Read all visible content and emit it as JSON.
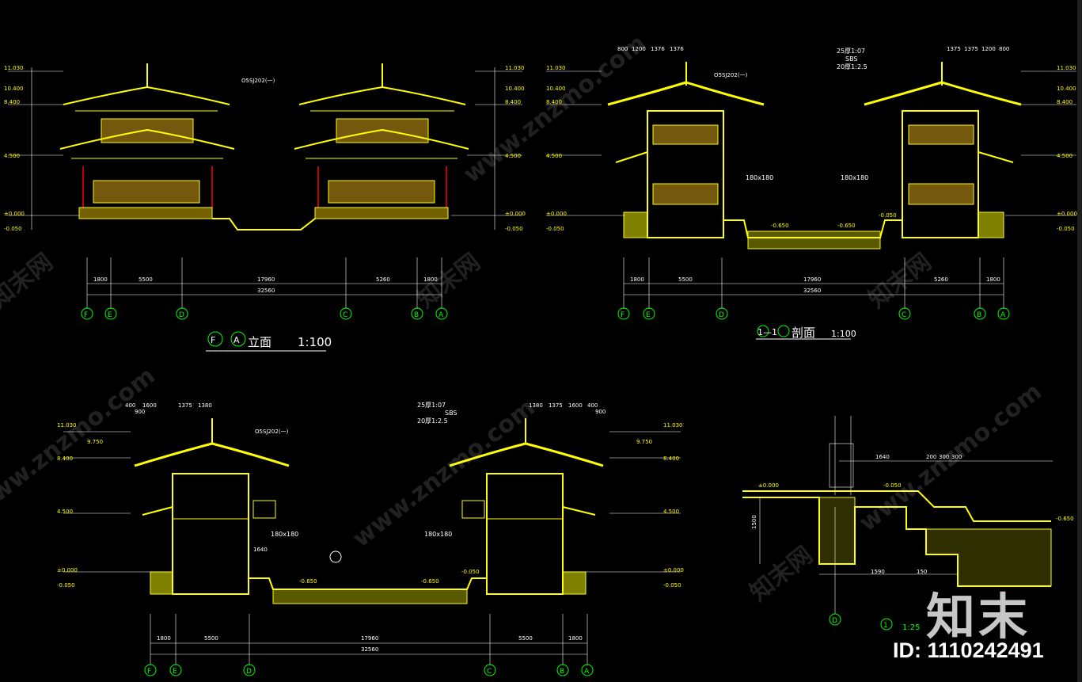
{
  "colors": {
    "background": "#000000",
    "structure": "#ffff00",
    "timber": "#d4a017",
    "dims": "#ffffff",
    "red_column": "#c00000",
    "brick": "#ffd700"
  },
  "views": {
    "elevation": {
      "title_axes": [
        "F",
        "A"
      ],
      "title_word": "立面",
      "scale": "1:100",
      "axes": [
        "F",
        "E",
        "D",
        "C",
        "B",
        "A"
      ],
      "spans": [
        "1800",
        "5500",
        "17960",
        "5260",
        "1800"
      ],
      "total": "32560",
      "levels_left": [
        "11.030",
        "10.400",
        "8.400",
        "4.500",
        "±0.000",
        "-0.050"
      ],
      "levels_right": [
        "11.030",
        "10.400",
        "8.400",
        "4.500",
        "±0.000",
        "-0.050"
      ],
      "note_ref": "O5SJ202(一)"
    },
    "section_1_1": {
      "title_mark": "1—1",
      "title_word": "剖面",
      "scale": "1:100",
      "axes": [
        "F",
        "E",
        "D",
        "C",
        "B",
        "A"
      ],
      "spans": [
        "1800",
        "5500",
        "17960",
        "5260",
        "1800"
      ],
      "total": "32560",
      "top_dims_left": [
        "800",
        "1200",
        "1376",
        "1376"
      ],
      "top_dims_right": [
        "1375",
        "1375",
        "1200",
        "800"
      ],
      "beam": "180x180",
      "roof_notes": [
        "25厚1:07",
        "SBS",
        "20厚1:2.5"
      ],
      "note_ref": "O5SJ202(一)",
      "levels": [
        "11.030",
        "10.400",
        "8.400",
        "4.500",
        "±0.000",
        "-0.050"
      ],
      "ground": [
        "-0.650",
        "-0.650",
        "-0.050"
      ]
    },
    "section_2": {
      "axes": [
        "F",
        "E",
        "D",
        "C",
        "B",
        "A"
      ],
      "spans": [
        "1800",
        "5500",
        "17960",
        "5500",
        "1800"
      ],
      "total": "32560",
      "top_dims_left": [
        "400",
        "900",
        "1600",
        "1375",
        "1380"
      ],
      "top_dims_right": [
        "1380",
        "1375",
        "1600",
        "400",
        "900"
      ],
      "beam": "180x180",
      "roof_notes": [
        "25厚1:07",
        "SBS",
        "20厚1:2.5"
      ],
      "note_ref": "O5SJ202(一)",
      "levels": [
        "11.030",
        "9.750",
        "8.400",
        "4.500",
        "±0.000",
        "-0.050"
      ],
      "ground": [
        "-0.650",
        "-0.650",
        "-0.050"
      ],
      "mid_dim": "1640"
    },
    "detail": {
      "mark": "1",
      "scale": "1:25",
      "axis": "D",
      "top_dims": [
        "1640",
        "200",
        "300",
        "300"
      ],
      "levels": [
        "±0.000",
        "-0.050",
        "-0.650"
      ],
      "height": "1500",
      "bottom_dims": [
        "1590",
        "150"
      ]
    }
  },
  "watermark": {
    "site": "www.znzmo.com",
    "brand_cn": "知末网",
    "logo": "知末",
    "id": "ID: 1110242491"
  }
}
